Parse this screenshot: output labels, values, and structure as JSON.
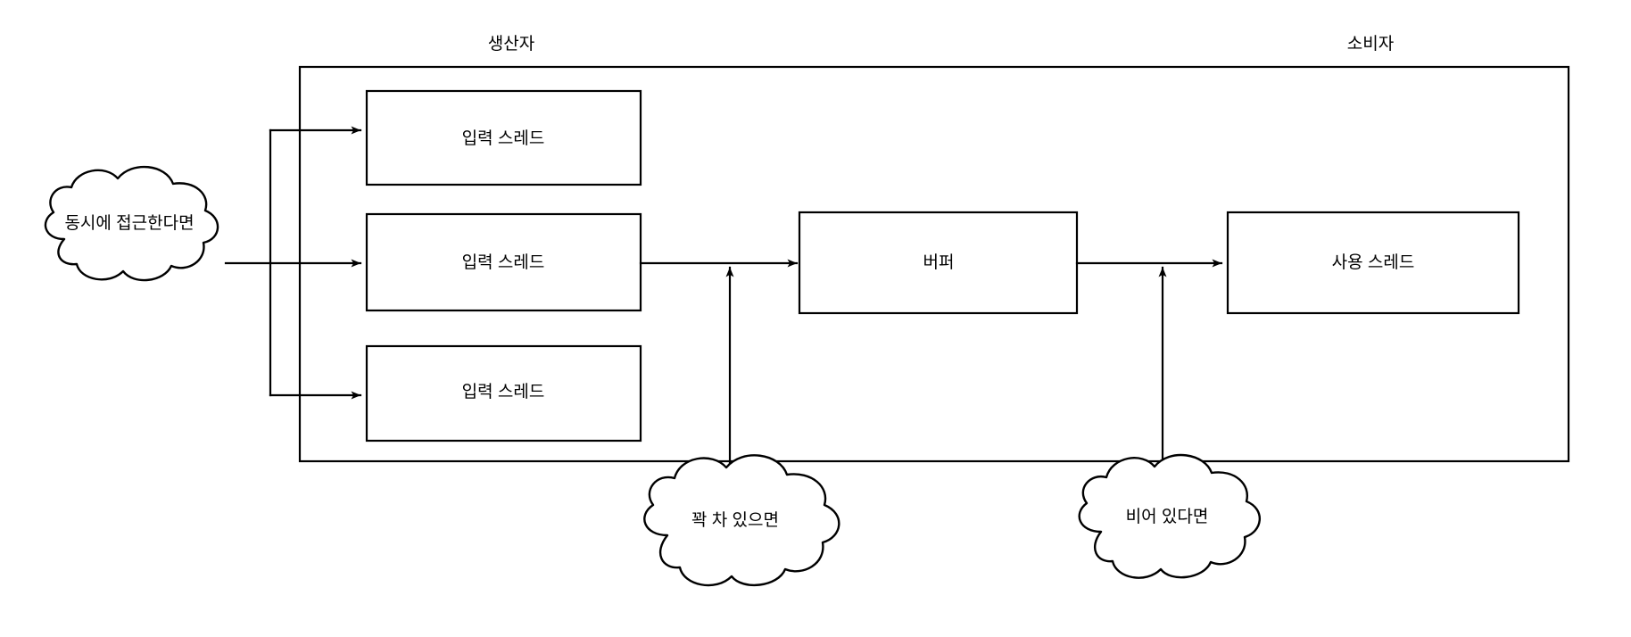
{
  "diagram": {
    "title_labels": {
      "producer": "생산자",
      "consumer": "소비자"
    },
    "boxes": [
      {
        "id": "input-thread-1",
        "label": "입력 스레드"
      },
      {
        "id": "input-thread-2",
        "label": "입력 스레드"
      },
      {
        "id": "input-thread-3",
        "label": "입력 스레드"
      },
      {
        "id": "buffer",
        "label": "버퍼"
      },
      {
        "id": "consumer-thread",
        "label": "사용 스레드"
      }
    ],
    "clouds": [
      {
        "id": "concurrent-access",
        "label": "동시에 접근한다면"
      },
      {
        "id": "buffer-full",
        "label": "꽉 차 있으면"
      },
      {
        "id": "buffer-empty",
        "label": "비어 있다면"
      }
    ],
    "colors": {
      "stroke": "#000000",
      "fill": "#ffffff",
      "background": "#ffffff"
    }
  }
}
